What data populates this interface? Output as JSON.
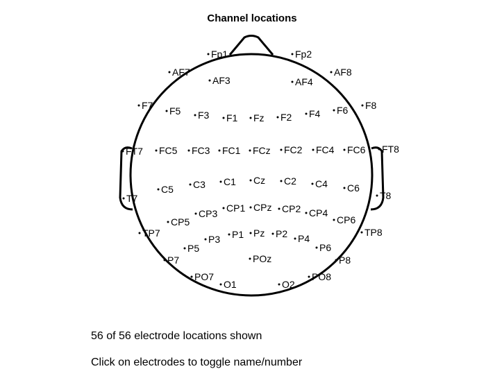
{
  "figure": {
    "title": "Channel locations"
  },
  "status": {
    "count_text": "56 of 56 electrode locations shown",
    "hint_text": "Click on electrodes to toggle name/number"
  },
  "electrodes": [
    {
      "name": "Fp1"
    },
    {
      "name": "Fp2"
    },
    {
      "name": "AF7"
    },
    {
      "name": "AF3"
    },
    {
      "name": "AF4"
    },
    {
      "name": "AF8"
    },
    {
      "name": "F7"
    },
    {
      "name": "F5"
    },
    {
      "name": "F3"
    },
    {
      "name": "F1"
    },
    {
      "name": "Fz"
    },
    {
      "name": "F2"
    },
    {
      "name": "F4"
    },
    {
      "name": "F6"
    },
    {
      "name": "F8"
    },
    {
      "name": "FT7"
    },
    {
      "name": "FC5"
    },
    {
      "name": "FC3"
    },
    {
      "name": "FC1"
    },
    {
      "name": "FCz"
    },
    {
      "name": "FC2"
    },
    {
      "name": "FC4"
    },
    {
      "name": "FC6"
    },
    {
      "name": "FT8"
    },
    {
      "name": "T7"
    },
    {
      "name": "C5"
    },
    {
      "name": "C3"
    },
    {
      "name": "C1"
    },
    {
      "name": "Cz"
    },
    {
      "name": "C2"
    },
    {
      "name": "C4"
    },
    {
      "name": "C6"
    },
    {
      "name": "T8"
    },
    {
      "name": "TP7"
    },
    {
      "name": "CP5"
    },
    {
      "name": "CP3"
    },
    {
      "name": "CP1"
    },
    {
      "name": "CPz"
    },
    {
      "name": "CP2"
    },
    {
      "name": "CP4"
    },
    {
      "name": "CP6"
    },
    {
      "name": "TP8"
    },
    {
      "name": "P7"
    },
    {
      "name": "P5"
    },
    {
      "name": "P3"
    },
    {
      "name": "P1"
    },
    {
      "name": "Pz"
    },
    {
      "name": "P2"
    },
    {
      "name": "P4"
    },
    {
      "name": "P6"
    },
    {
      "name": "P8"
    },
    {
      "name": "PO7"
    },
    {
      "name": "POz"
    },
    {
      "name": "PO8"
    },
    {
      "name": "O1"
    },
    {
      "name": "O2"
    }
  ]
}
